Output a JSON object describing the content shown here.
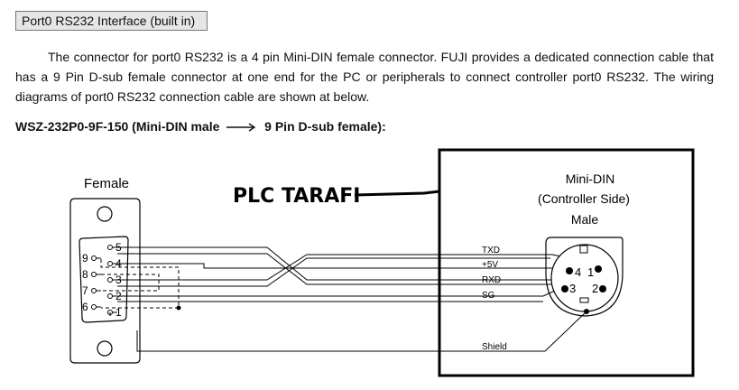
{
  "section_label": "Port0 RS232 Interface (built in)",
  "paragraph": "The connector for port0 RS232 is a 4 pin Mini-DIN female connector. FUJI provides a dedicated connection cable that has a 9 Pin D-sub female connector at one end for the PC or peripherals to connect controller port0 RS232. The wiring diagrams of port0 RS232 connection cable are shown at below.",
  "cable_title": {
    "left": "WSZ-232P0-9F-150 (Mini-DIN male",
    "right": "9 Pin D-sub female):"
  },
  "diagram": {
    "female_label": "Female",
    "plc_label": "PLC TARAFI",
    "mini_din_title": [
      "Mini-DIN",
      "(Controller Side)",
      "Male"
    ],
    "signals": [
      "TXD",
      "+5V",
      "RXD",
      "SG",
      "Shield"
    ],
    "dsub_right_pins": [
      "5",
      "4",
      "3",
      "2",
      "1"
    ],
    "dsub_left_pins": [
      "9",
      "8",
      "7",
      "6"
    ],
    "din_pins": [
      "4",
      "1",
      "3",
      "2"
    ]
  }
}
